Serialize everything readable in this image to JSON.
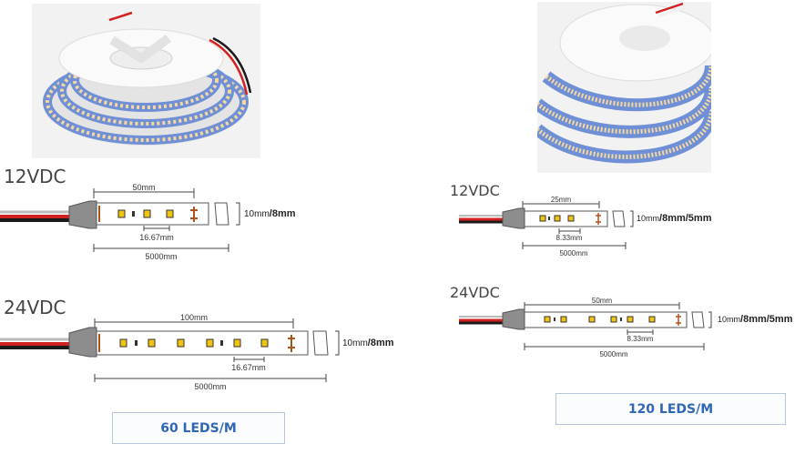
{
  "left": {
    "strip12": {
      "voltage": "12VDC",
      "cut_length": "50mm",
      "pitch": "16.67mm",
      "total_length": "5000mm",
      "width_thin": "10mm",
      "width_bold": "/8mm"
    },
    "strip24": {
      "voltage": "24VDC",
      "cut_length": "100mm",
      "pitch": "16.67mm",
      "total_length": "5000mm",
      "width_thin": "10mm",
      "width_bold": "/8mm"
    },
    "badge": "60 LEDS/M"
  },
  "right": {
    "strip12": {
      "voltage": "12VDC",
      "cut_length": "25mm",
      "pitch": "8.33mm",
      "total_length": "5000mm",
      "width_thin": "10mm",
      "width_bold": "/8mm/5mm"
    },
    "strip24": {
      "voltage": "24VDC",
      "cut_length": "50mm",
      "pitch": "8.33mm",
      "total_length": "5000mm",
      "width_thin": "10mm",
      "width_bold": "/8mm/5mm"
    },
    "badge": "120 LEDS/M"
  },
  "colors": {
    "wire_red": "#d32020",
    "wire_black": "#1a1a1a",
    "connector_gray": "#8d8d8d",
    "strip_border": "#555555",
    "copper_pad": "#b0521c",
    "led_yellow": "#f1c40f",
    "badge_text": "#2f67b4"
  }
}
